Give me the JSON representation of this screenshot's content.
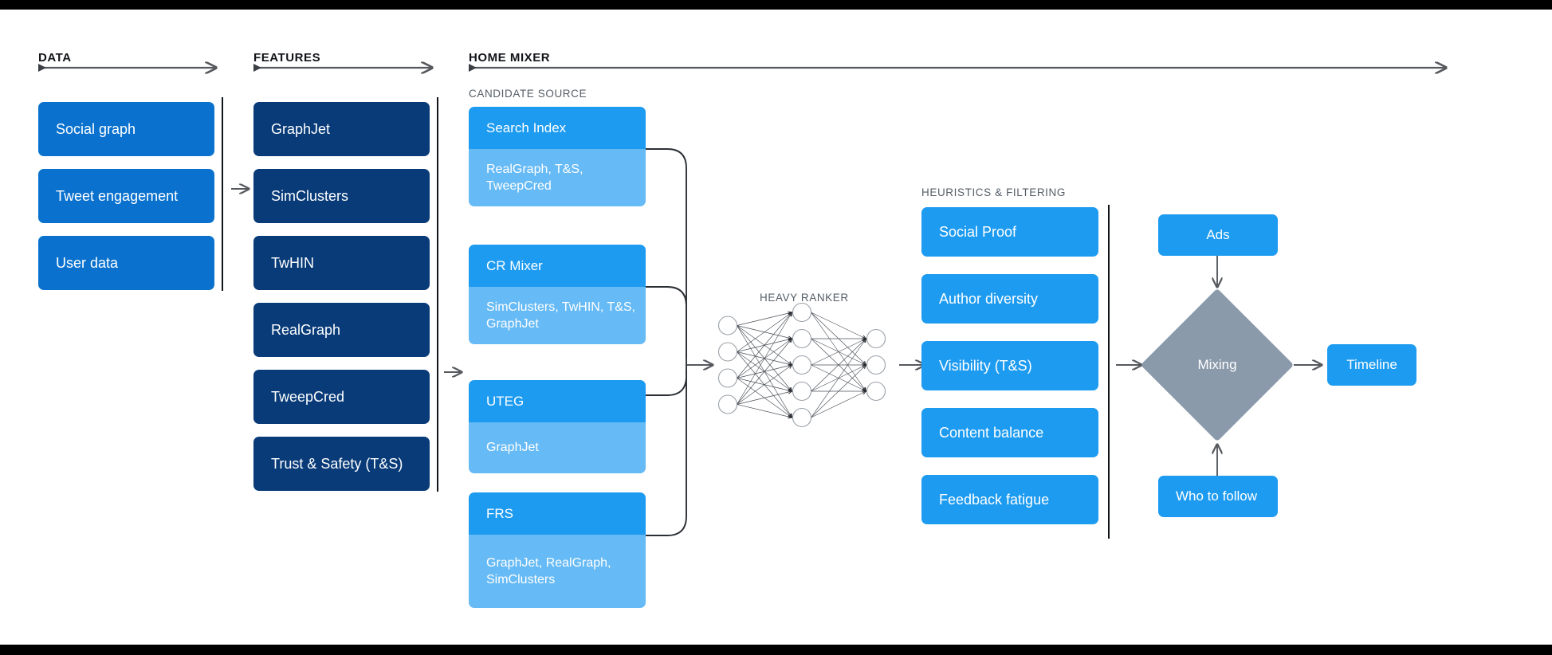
{
  "sections": [
    {
      "id": "data",
      "label": "DATA"
    },
    {
      "id": "features",
      "label": "FEATURES"
    },
    {
      "id": "home",
      "label": "HOME MIXER"
    }
  ],
  "subheads": {
    "candidate_source": "CANDIDATE SOURCE",
    "heuristics": "HEURISTICS & FILTERING",
    "heavy_ranker": "HEAVY RANKER"
  },
  "data": {
    "items": [
      {
        "label": "Social graph"
      },
      {
        "label": "Tweet engagement"
      },
      {
        "label": "User data"
      }
    ]
  },
  "features": {
    "items": [
      {
        "label": "GraphJet"
      },
      {
        "label": "SimClusters"
      },
      {
        "label": "TwHIN"
      },
      {
        "label": "RealGraph"
      },
      {
        "label": "TweepCred"
      },
      {
        "label": "Trust & Safety (T&S)"
      }
    ]
  },
  "candidate_sources": {
    "items": [
      {
        "title": "Search Index",
        "detail": "RealGraph, T&S, TweepCred"
      },
      {
        "title": "CR Mixer",
        "detail": "SimClusters, TwHIN, T&S, GraphJet"
      },
      {
        "title": "UTEG",
        "detail": "GraphJet"
      },
      {
        "title": "FRS",
        "detail": "GraphJet, RealGraph, SimClusters"
      }
    ]
  },
  "heuristics": {
    "items": [
      {
        "label": "Social Proof"
      },
      {
        "label": "Author diversity"
      },
      {
        "label": "Visibility (T&S)"
      },
      {
        "label": "Content balance"
      },
      {
        "label": "Feedback fatigue"
      }
    ]
  },
  "mixing": {
    "ads_label": "Ads",
    "diamond_label": "Mixing",
    "who_to_follow_label": "Who to follow",
    "timeline_label": "Timeline"
  },
  "neural_net": {
    "layers": [
      4,
      5,
      3
    ]
  },
  "colors": {
    "data_box": "#0a72ce",
    "feature_box": "#083b78",
    "candidate_head": "#1d9bf0",
    "candidate_body": "#66baf5",
    "heuristic_box": "#1d9bf0",
    "output_box": "#1d9bf0",
    "diamond": "#8b9aab",
    "arrow": "#55595e",
    "separator": "#111418",
    "background": "#ffffff",
    "letterbox": "#000000"
  }
}
